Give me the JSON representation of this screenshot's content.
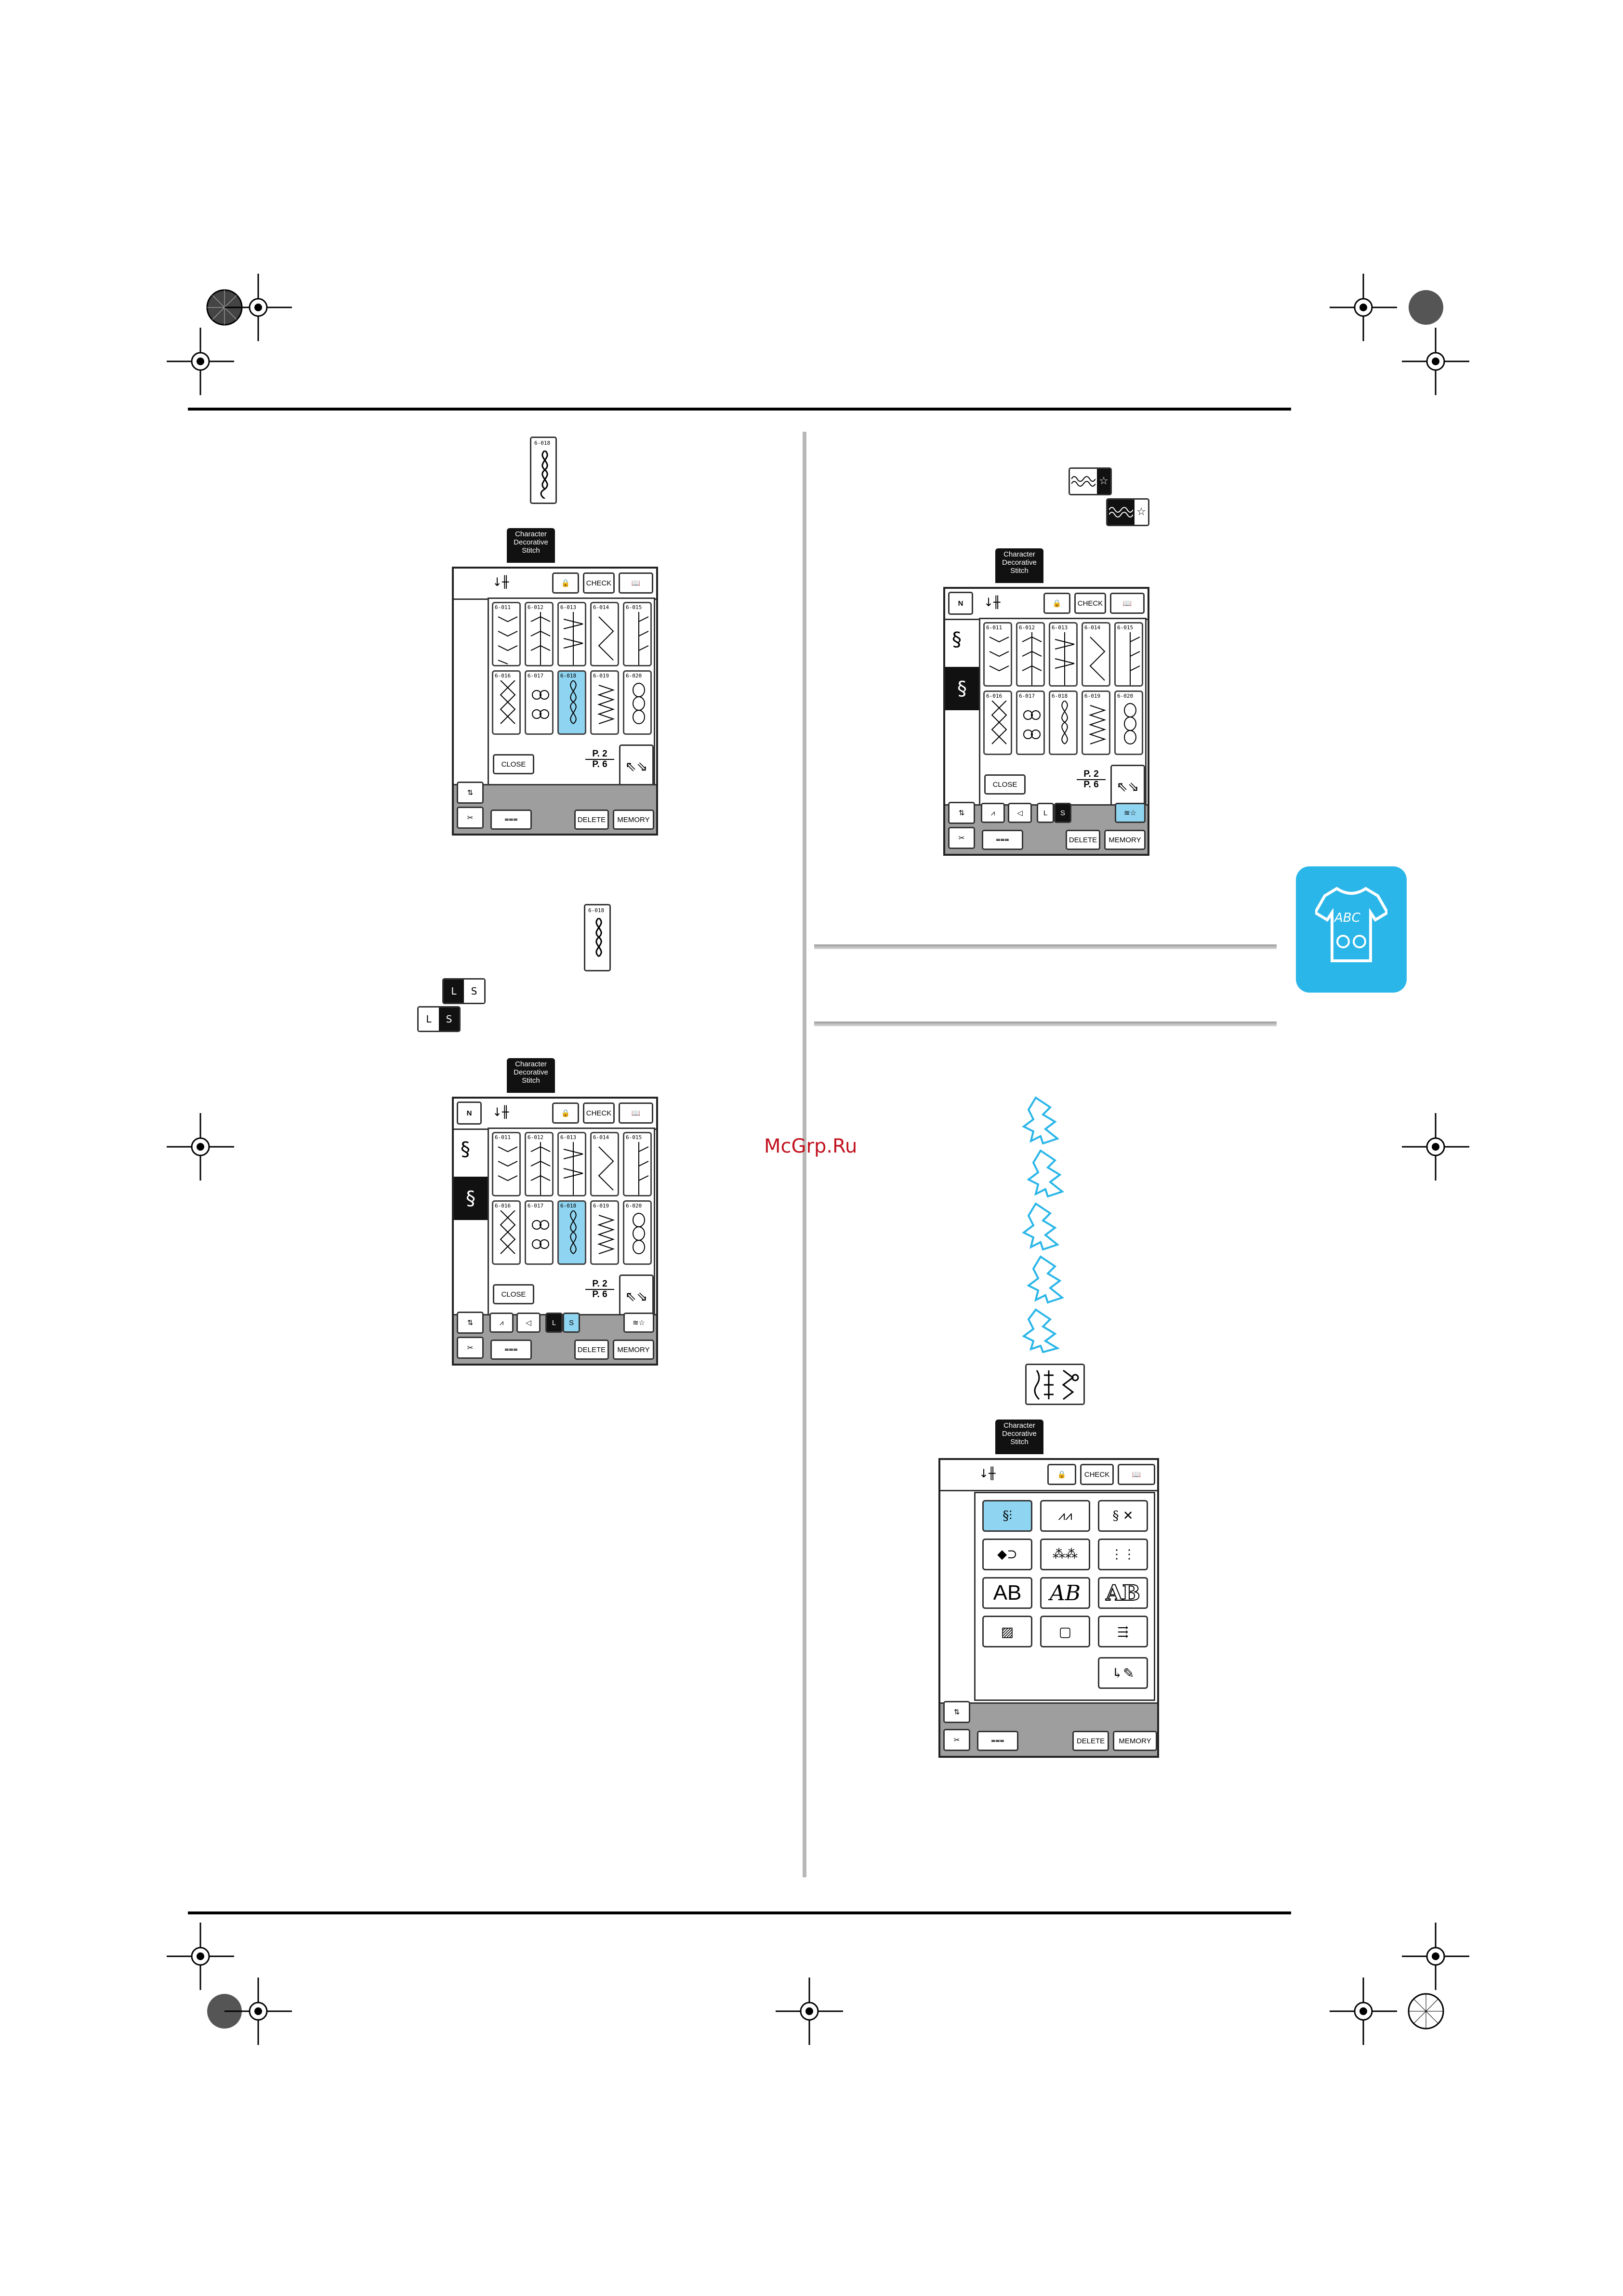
{
  "watermark": "McGrp.Ru",
  "screens": {
    "tab_label_line1": "Character",
    "tab_label_line2": "Decorative",
    "tab_label_line3": "Stitch",
    "check_label": "CHECK",
    "close_label": "CLOSE",
    "delete_label": "DELETE",
    "memory_label": "MEMORY",
    "page_current": "P. 2",
    "page_total": "P. 6",
    "n_label": "N",
    "l_label": "L",
    "s_label": "S",
    "stitch_codes": [
      "6-011",
      "6-012",
      "6-013",
      "6-014",
      "6-015",
      "6-016",
      "6-017",
      "6-018",
      "6-019",
      "6-020"
    ]
  },
  "inline_icons": {
    "stitch_icon_code": "6-018",
    "l_label": "L",
    "s_label": "S"
  },
  "category_screen": {
    "buttons": [
      "AB",
      "AB",
      "AB"
    ]
  },
  "side_tab": {
    "icon_text": "ABC"
  },
  "colors": {
    "accent_blue": "#8fd4f0",
    "side_tab_blue": "#2ab6e8",
    "watermark_red": "#c1121f"
  }
}
